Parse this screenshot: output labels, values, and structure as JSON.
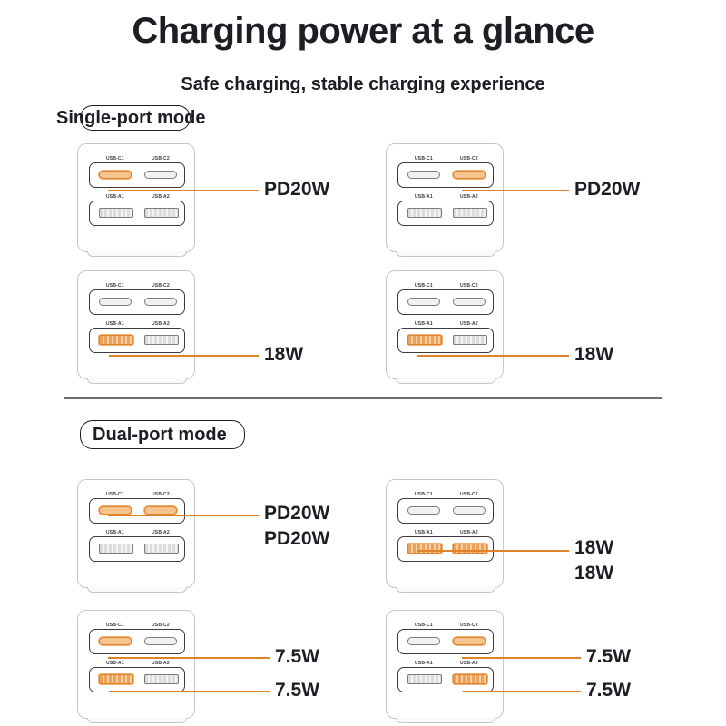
{
  "title": "Charging power at a glance",
  "subtitle": "Safe charging, stable charging experience",
  "sections": {
    "single": {
      "label": "Single-port mode"
    },
    "dual": {
      "label": "Dual-port mode"
    }
  },
  "port_labels": {
    "c1": "USB-C1",
    "c2": "USB-C2",
    "a1": "USB-A1",
    "a2": "USB-A2"
  },
  "colors": {
    "accent": "#e0822c",
    "accent_fill": "#f6c48f",
    "text": "#1d1d24",
    "outline": "#3a3a3f"
  },
  "panels": [
    {
      "id": "s1",
      "active": [
        "c1"
      ],
      "outputs": [
        "PD20W"
      ]
    },
    {
      "id": "s2",
      "active": [
        "c2"
      ],
      "outputs": [
        "PD20W"
      ]
    },
    {
      "id": "s3",
      "active": [
        "a1"
      ],
      "outputs": [
        "18W"
      ]
    },
    {
      "id": "s4",
      "active": [
        "a1"
      ],
      "outputs": [
        "18W"
      ]
    },
    {
      "id": "d1",
      "active": [
        "c1",
        "c2"
      ],
      "outputs": [
        "PD20W",
        "PD20W"
      ]
    },
    {
      "id": "d2",
      "active": [
        "a1",
        "a2"
      ],
      "outputs": [
        "18W",
        "18W"
      ]
    },
    {
      "id": "d3",
      "active": [
        "c1",
        "a1"
      ],
      "outputs": [
        "7.5W",
        "7.5W"
      ]
    },
    {
      "id": "d4",
      "active": [
        "c2",
        "a2"
      ],
      "outputs": [
        "7.5W",
        "7.5W"
      ]
    }
  ]
}
